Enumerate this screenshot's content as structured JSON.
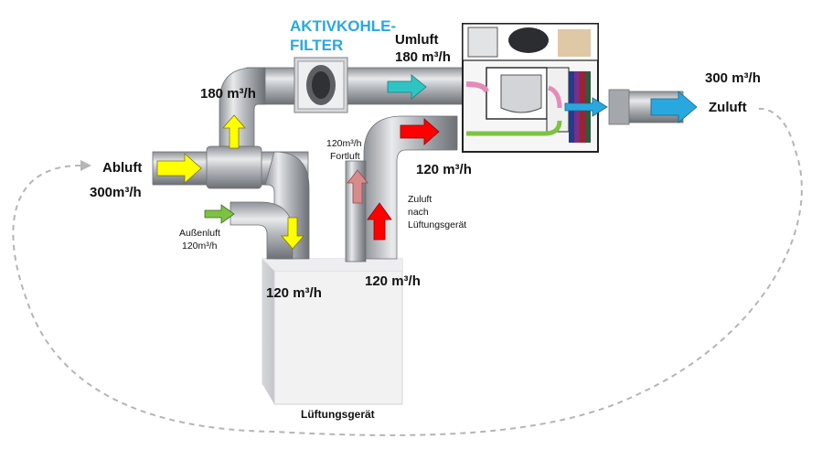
{
  "labels": {
    "filter_title_1": "AKTIVKOHLE-",
    "filter_title_2": "FILTER",
    "umluft": "Umluft",
    "umluft_flow": "180 m³/h",
    "left_flow": "180 m³/h",
    "zuluft_flow": "300 m³/h",
    "zuluft": "Zuluft",
    "abluft": "Abluft",
    "abluft_flow": "300m³/h",
    "fortluft_flow": "120m³/h",
    "fortluft": "Fortluft",
    "right_flow": "120 m³/h",
    "zuluft_nach_1": "Zuluft",
    "zuluft_nach_2": "nach",
    "zuluft_nach_3": "Lüftungsgerät",
    "aussenluft": "Außenluft",
    "aussenluft_flow": "120m³/h",
    "unit_out_flow": "120 m³/h",
    "unit_in_flow": "120 m³/h",
    "unit_name": "Lüftungsgerät"
  },
  "colors": {
    "abluft_arrow": "#ffff00",
    "aussenluft_arrow": "#7dc242",
    "fortluft_arrow": "#d98b8b",
    "zuluft_unit_arrow": "#ff0000",
    "umluft_arrow": "#2ec4c4",
    "zuluft_arrow": "#29a8e0",
    "filter_title": "#29a8e0"
  }
}
